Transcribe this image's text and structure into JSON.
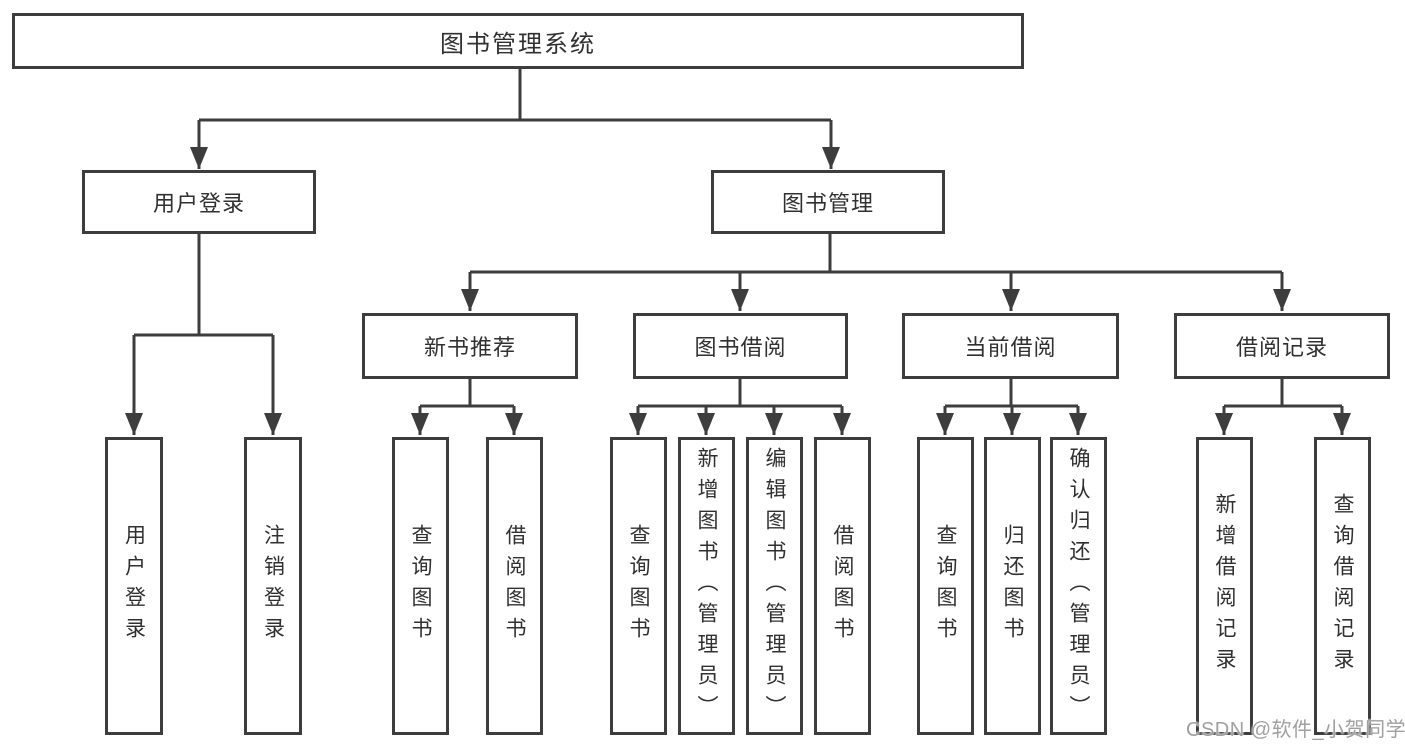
{
  "diagram_title": "图书管理系统",
  "tree": {
    "label": "图书管理系统",
    "children": [
      {
        "label": "用户登录",
        "children": [
          {
            "label": "用户登录"
          },
          {
            "label": "注销登录"
          }
        ]
      },
      {
        "label": "图书管理",
        "children": [
          {
            "label": "新书推荐",
            "children": [
              {
                "label": "查询图书"
              },
              {
                "label": "借阅图书"
              }
            ]
          },
          {
            "label": "图书借阅",
            "children": [
              {
                "label": "查询图书"
              },
              {
                "label": "新增图书（管理员）"
              },
              {
                "label": "编辑图书（管理员）"
              },
              {
                "label": "借阅图书"
              }
            ]
          },
          {
            "label": "当前借阅",
            "children": [
              {
                "label": "查询图书"
              },
              {
                "label": "归还图书"
              },
              {
                "label": "确认归还（管理员）"
              }
            ]
          },
          {
            "label": "借阅记录",
            "children": [
              {
                "label": "新增借阅记录"
              },
              {
                "label": "查询借阅记录"
              }
            ]
          }
        ]
      }
    ]
  },
  "watermark": {
    "text": "CSDN @软件_小贺同学"
  },
  "colors": {
    "line": "#3d3d3d",
    "border": "#3d3d3d",
    "text": "#303030",
    "watermark": "#a0a0a0",
    "background": "#ffffff"
  }
}
